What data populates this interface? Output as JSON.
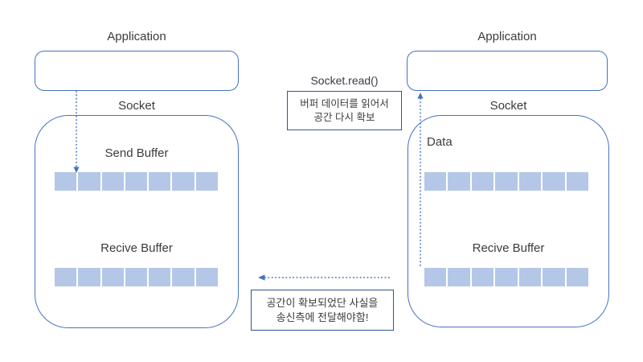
{
  "colors": {
    "shape_stroke": "#4472C4",
    "note_stroke": "#2F5597",
    "cell_fill": "#B4C7E7",
    "arrow": "#4472C4",
    "text": "#3B3B3B"
  },
  "left_host": {
    "application_label": "Application",
    "socket_label": "Socket",
    "send_buffer_label": "Send Buffer",
    "receive_buffer_label": "Recive Buffer",
    "send_buffer_cells": 7,
    "receive_buffer_cells": 7
  },
  "right_host": {
    "application_label": "Application",
    "socket_label": "Socket",
    "data_label": "Data",
    "receive_buffer_label": "Recive Buffer",
    "top_buffer_cells": 7,
    "receive_buffer_cells": 7
  },
  "annotations": {
    "socket_read_label": "Socket.read()",
    "read_note": {
      "line1": "버퍼 데이터를 읽어서",
      "line2": "공간 다시 확보"
    },
    "ack_note": {
      "line1": "공간이 확보되었단 사실을",
      "line2": "송신측에 전달해야함!"
    }
  }
}
